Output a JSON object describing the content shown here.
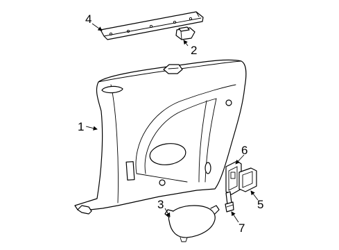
{
  "callouts": {
    "c1": "1",
    "c2": "2",
    "c3": "3",
    "c4": "4",
    "c5": "5",
    "c6": "6",
    "c7": "7"
  },
  "colors": {
    "line": "#000000",
    "fill": "#ffffff",
    "background": "#ffffff"
  }
}
